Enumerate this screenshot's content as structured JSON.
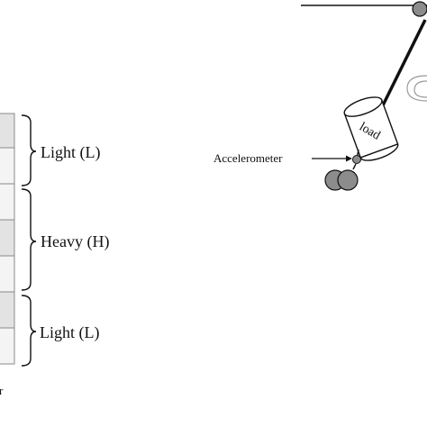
{
  "left_panel": {
    "groups": [
      {
        "label": "Light (L)"
      },
      {
        "label": "Heavy (H)"
      },
      {
        "label": "Light (L)"
      }
    ],
    "footer_fragment": "r"
  },
  "right_panel": {
    "accelerometer_label": "Accelerometer",
    "load_label": "load"
  },
  "colors": {
    "line": "#111111",
    "cell_dark": "#e3e3e3",
    "cell_light": "#f4f4f4",
    "ball": "#8c8c8c"
  }
}
